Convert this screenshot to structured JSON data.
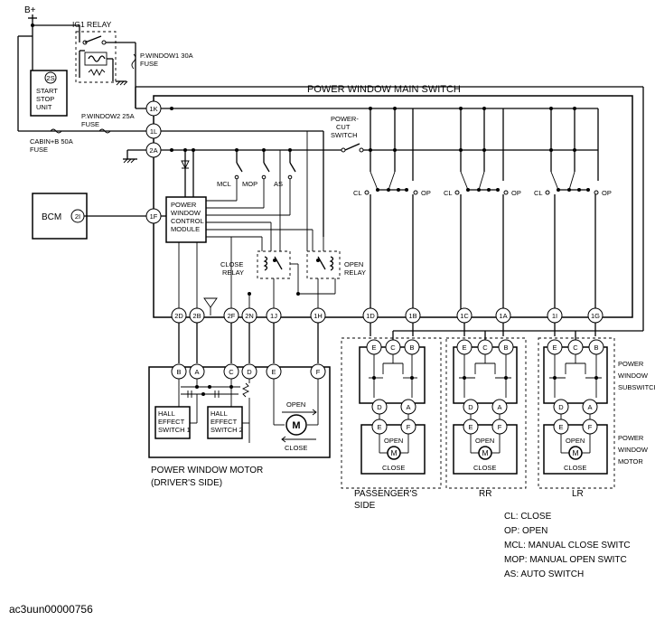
{
  "labels": {
    "bplus": "B+",
    "ig1_relay": "IG1 RELAY",
    "start_stop_code": "2S",
    "start_stop_l1": "START",
    "start_stop_l2": "STOP",
    "start_stop_l3": "UNIT",
    "pwindow1_l1": "P.WINDOW1 30A",
    "pwindow1_l2": "FUSE",
    "pwindow2_l1": "P.WINDOW2 25A",
    "pwindow2_l2": "FUSE",
    "cabin_l1": "CABIN+B 50A",
    "cabin_l2": "FUSE",
    "main_switch": "POWER WINDOW MAIN SWITCH",
    "power_cut_l1": "POWER-",
    "power_cut_l2": "CUT",
    "power_cut_l3": "SWITCH",
    "bcm": "BCM",
    "bcm_term": "2I",
    "module_l1": "POWER",
    "module_l2": "WINDOW",
    "module_l3": "CONTROL",
    "module_l4": "MODULE",
    "mcl": "MCL",
    "mop": "MOP",
    "as": "AS",
    "cl": "CL",
    "op": "OP",
    "close_relay_l1": "CLOSE",
    "close_relay_l2": "RELAY",
    "open_relay_l1": "OPEN",
    "open_relay_l2": "RELAY",
    "open": "OPEN",
    "close": "CLOSE",
    "motor_m": "M",
    "hall_l1": "HALL",
    "hall_l2": "EFFECT",
    "hall1_l3": "SWITCH 1",
    "hall2_l3": "SWITCH 2",
    "driver_motor_l1": "POWER WINDOW MOTOR",
    "driver_motor_l2": "(DRIVER'S SIDE)",
    "passenger_l1": "PASSENGER'S",
    "passenger_l2": "SIDE",
    "rr": "RR",
    "lr": "LR",
    "subswitch_l1": "POWER",
    "subswitch_l2": "WINDOW",
    "subswitch_l3": "SUBSWITCH",
    "motor_side_l1": "POWER",
    "motor_side_l2": "WINDOW",
    "motor_side_l3": "MOTOR"
  },
  "terminals": {
    "t1k": "1K",
    "t1l": "1L",
    "t2a": "2A",
    "t1f": "1F",
    "t2d": "2D",
    "t2b": "2B",
    "t2f": "2F",
    "t2n": "2N",
    "t1j": "1J",
    "t1h": "1H",
    "t1d": "1D",
    "t1b": "1B",
    "t1c": "1C",
    "t1a": "1A",
    "t1i": "1I",
    "t1g": "1G",
    "a": "A",
    "b": "B",
    "c": "C",
    "d": "D",
    "e": "E",
    "f": "F"
  },
  "legend": [
    "CL: CLOSE",
    "OP: OPEN",
    "MCL: MANUAL CLOSE SWITC",
    "MOP: MANUAL OPEN SWITC",
    "AS: AUTO SWITCH"
  ],
  "footer_id": "ac3uun00000756"
}
